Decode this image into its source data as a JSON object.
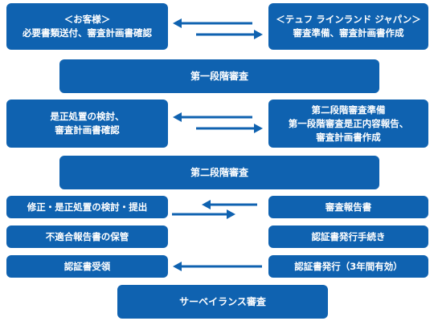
{
  "colors": {
    "box": "#0f62b0",
    "text": "#ffffff",
    "arrow": "#0f62b0"
  },
  "diagram": {
    "customer_top": {
      "line1": "＜お客様＞",
      "line2": "必要書類送付、審査計画書確認"
    },
    "tuv_top": {
      "line1": "＜テュフ ラインランド ジャパン＞",
      "line2": "審査準備、審査計画書作成"
    },
    "stage1": "第一段階審査",
    "customer_mid": {
      "line1": "是正処置の検討、",
      "line2": "審査計画書確認"
    },
    "tuv_mid": {
      "line1": "第二段階審査準備",
      "line2": "第一段階審査是正内容報告、",
      "line3": "審査計画書作成"
    },
    "stage2": "第二段階審査",
    "left_rows": [
      "修正・是正処置の検討・提出",
      "不適合報告書の保管",
      "認証書受領"
    ],
    "right_rows": [
      "審査報告書",
      "認証書発行手続き",
      "認証書発行（3年間有効）"
    ],
    "surveillance": "サーベイランス審査"
  }
}
